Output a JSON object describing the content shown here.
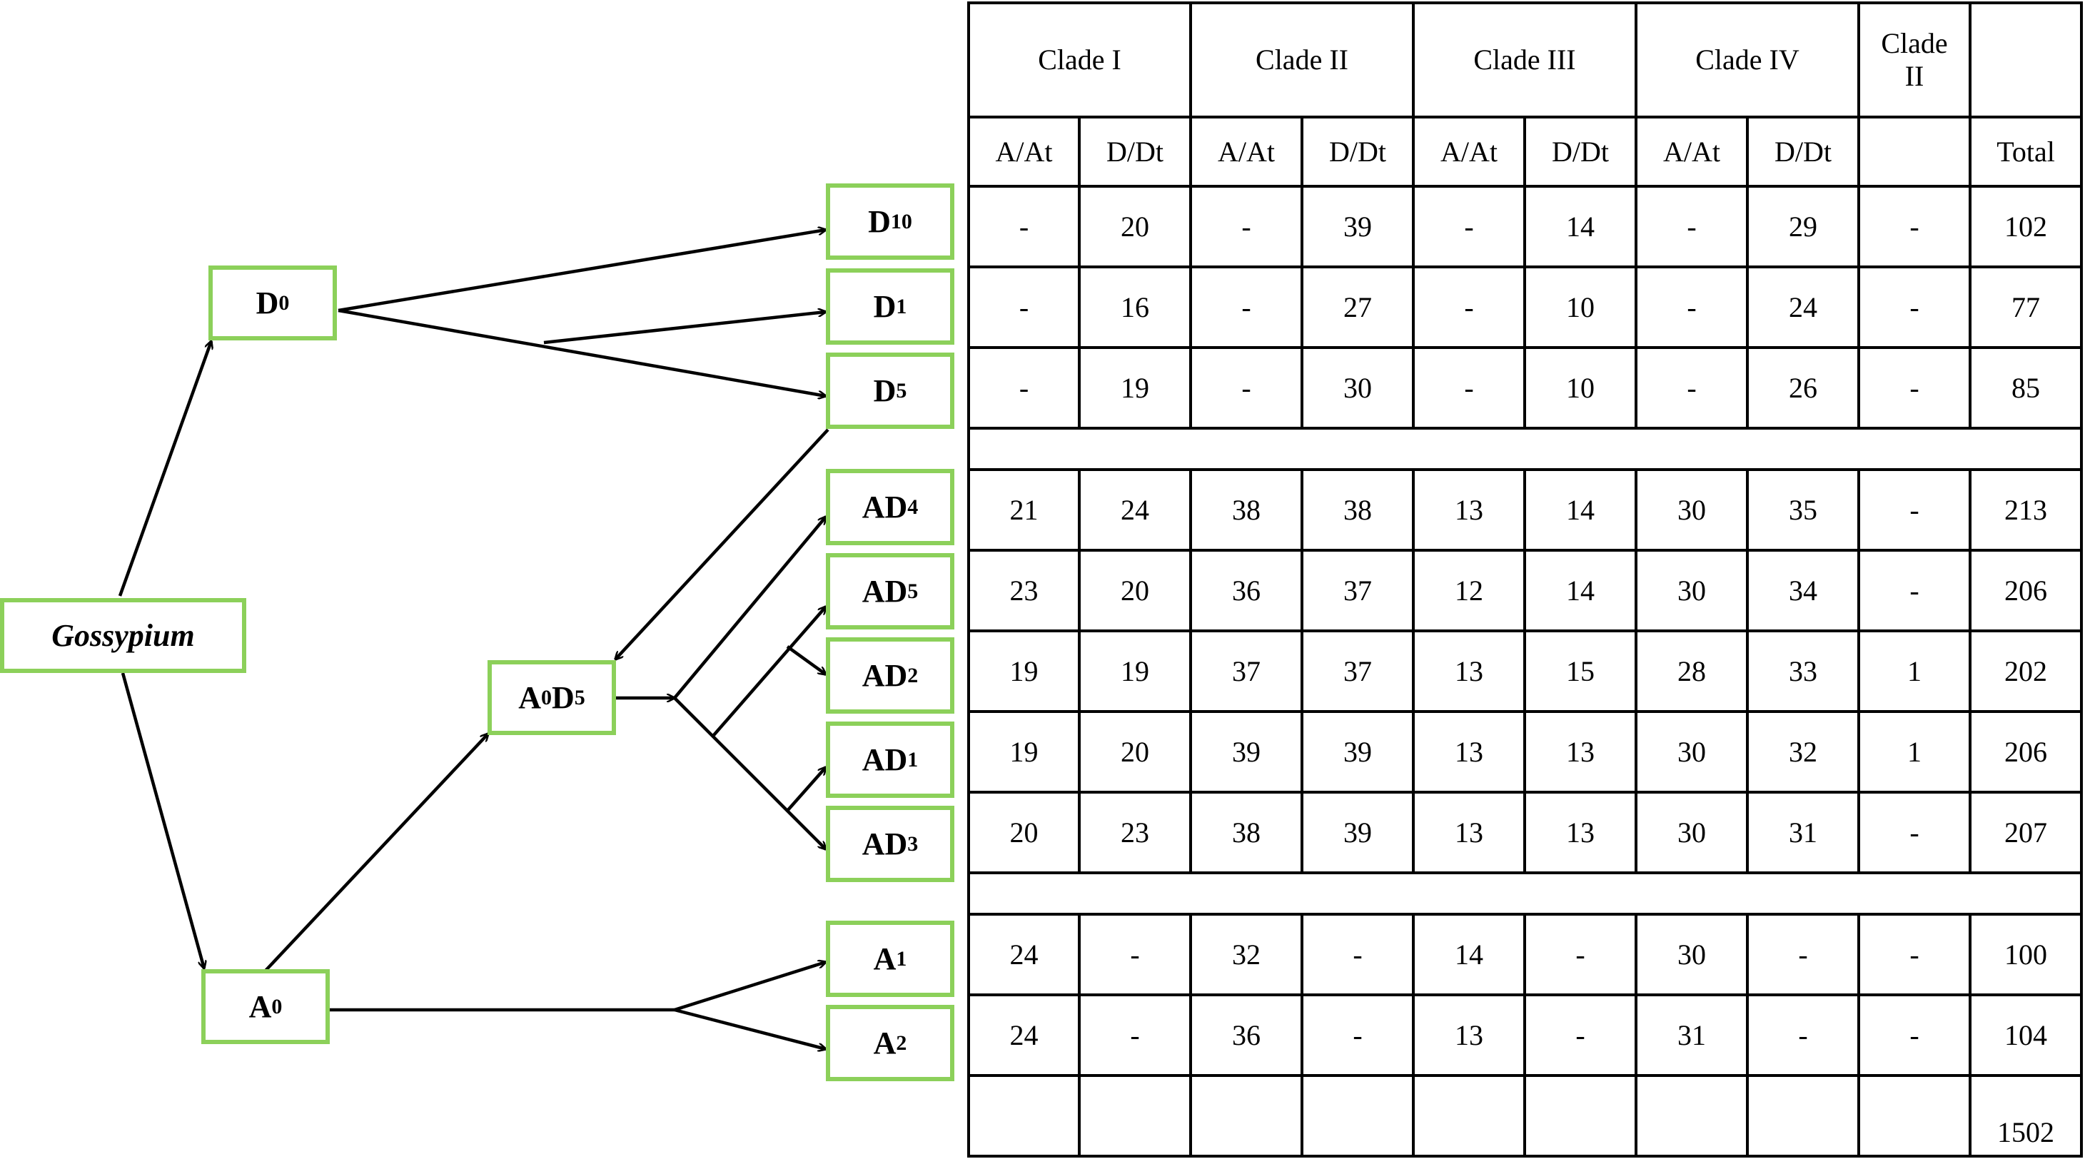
{
  "diagram": {
    "root": "Gossypium",
    "nodes": {
      "D0": {
        "base": "D",
        "sub": "0"
      },
      "A0": {
        "base": "A",
        "sub": "0"
      },
      "A0D5": {
        "parts": [
          {
            "base": "A",
            "sub": "0"
          },
          {
            "base": "D",
            "sub": "5"
          }
        ]
      },
      "D10": {
        "base": "D",
        "sub": "10"
      },
      "D1": {
        "base": "D",
        "sub": "1"
      },
      "D5": {
        "base": "D",
        "sub": "5"
      },
      "AD4": {
        "base": "AD",
        "sub": "4"
      },
      "AD5": {
        "base": "AD",
        "sub": "5"
      },
      "AD2": {
        "base": "AD",
        "sub": "2"
      },
      "AD1": {
        "base": "AD",
        "sub": "1"
      },
      "AD3": {
        "base": "AD",
        "sub": "3"
      },
      "A1": {
        "base": "A",
        "sub": "1"
      },
      "A2": {
        "base": "A",
        "sub": "2"
      }
    },
    "colors": {
      "node_border": "#8cd05a",
      "edge": "#000000"
    }
  },
  "table": {
    "clade_headers": [
      "Clade I",
      "Clade II",
      "Clade III",
      "Clade IV",
      "Clade II"
    ],
    "sub_headers": [
      "A/At",
      "D/Dt",
      "A/At",
      "D/Dt",
      "A/At",
      "D/Dt",
      "A/At",
      "D/Dt",
      "",
      "Total"
    ],
    "group_d": [
      [
        "-",
        "20",
        "-",
        "39",
        "-",
        "14",
        "-",
        "29",
        "-",
        "102"
      ],
      [
        "-",
        "16",
        "-",
        "27",
        "-",
        "10",
        "-",
        "24",
        "-",
        "77"
      ],
      [
        "-",
        "19",
        "-",
        "30",
        "-",
        "10",
        "-",
        "26",
        "-",
        "85"
      ]
    ],
    "group_ad": [
      [
        "21",
        "24",
        "38",
        "38",
        "13",
        "14",
        "30",
        "35",
        "-",
        "213"
      ],
      [
        "23",
        "20",
        "36",
        "37",
        "12",
        "14",
        "30",
        "34",
        "-",
        "206"
      ],
      [
        "19",
        "19",
        "37",
        "37",
        "13",
        "15",
        "28",
        "33",
        "1",
        "202"
      ],
      [
        "19",
        "20",
        "39",
        "39",
        "13",
        "13",
        "30",
        "32",
        "1",
        "206"
      ],
      [
        "20",
        "23",
        "38",
        "39",
        "13",
        "13",
        "30",
        "31",
        "-",
        "207"
      ]
    ],
    "group_a": [
      [
        "24",
        "-",
        "32",
        "-",
        "14",
        "-",
        "30",
        "-",
        "-",
        "100"
      ],
      [
        "24",
        "-",
        "36",
        "-",
        "13",
        "-",
        "31",
        "-",
        "-",
        "104"
      ]
    ],
    "grand_total": "1502"
  }
}
